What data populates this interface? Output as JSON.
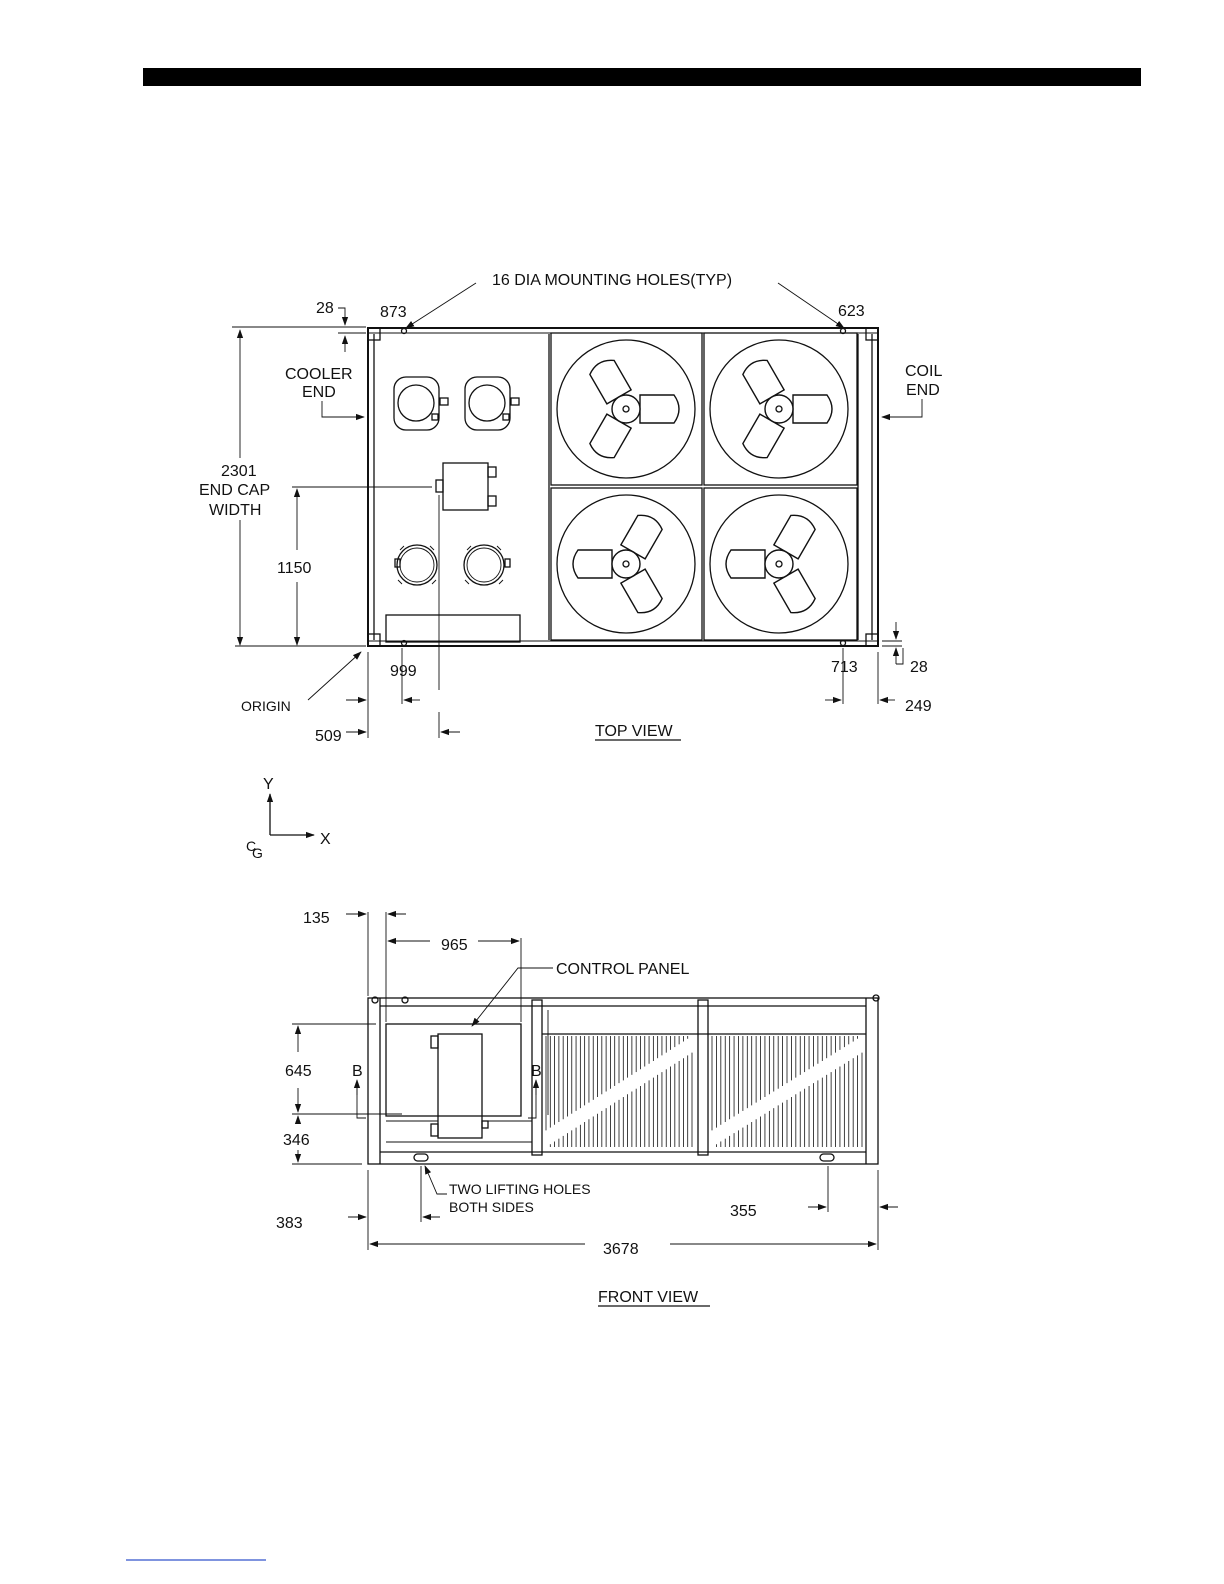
{
  "top_view": {
    "title": "TOP VIEW",
    "mounting_note": "16 DIA MOUNTING HOLES(TYP)",
    "cooler_end": [
      "COOLER",
      "END"
    ],
    "coil_end": [
      "COIL",
      "END"
    ],
    "width_label": [
      "2301",
      "END CAP",
      "WIDTH"
    ],
    "origin": "ORIGIN",
    "dims": {
      "d28_top": "28",
      "d873": "873",
      "d623": "623",
      "d1150": "1150",
      "d999": "999",
      "d713": "713",
      "d28_bottom": "28",
      "d249": "249",
      "d509": "509"
    }
  },
  "axes": {
    "y": "Y",
    "x": "X",
    "cg": [
      "C",
      "G"
    ]
  },
  "front_view": {
    "title": "FRONT VIEW",
    "control_panel": "CONTROL PANEL",
    "lifting_note": [
      "TWO LIFTING HOLES",
      "BOTH SIDES"
    ],
    "section_b": "B",
    "dims": {
      "d135": "135",
      "d965": "965",
      "d645": "645",
      "d346": "346",
      "d383": "383",
      "d355": "355",
      "d3678": "3678"
    }
  }
}
